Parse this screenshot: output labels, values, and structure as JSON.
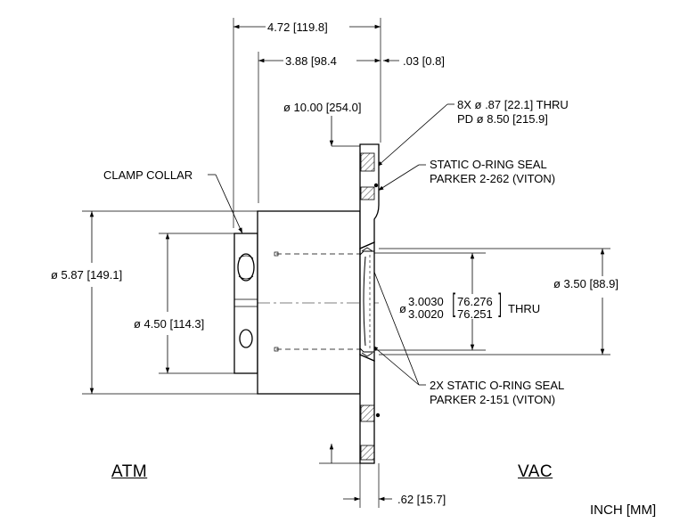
{
  "dimensions": {
    "overall_width": "4.72 [119.8]",
    "collar_to_face": "3.88 [98.4",
    "face_offset": ".03 [0.8]",
    "flange_od": "ø 10.00 [254.0]",
    "bolt_holes_1": "8X ø .87 [22.1] THRU",
    "bolt_holes_2": "PD ø 8.50 [215.9]",
    "flange_thickness": ".62 [15.7]",
    "collar_od": "ø 5.87 [149.1]",
    "collar_id": "ø 4.50 [114.3]",
    "bore_prefix": "ø",
    "bore_upper": "3.0030",
    "bore_lower": "3.0020",
    "bore_mm_upper": "76.276",
    "bore_mm_lower": "76.251",
    "bore_suffix": "THRU",
    "counterbore": "ø 3.50 [88.9]"
  },
  "callouts": {
    "clamp_collar": "CLAMP COLLAR",
    "face_seal_1": "STATIC O-RING SEAL",
    "face_seal_2": "PARKER 2-262 (VITON)",
    "bore_seal_1": "2X STATIC O-RING SEAL",
    "bore_seal_2": "PARKER 2-151 (VITON)"
  },
  "sides": {
    "atm": "ATM",
    "vac": "VAC"
  },
  "units": "INCH [MM]"
}
